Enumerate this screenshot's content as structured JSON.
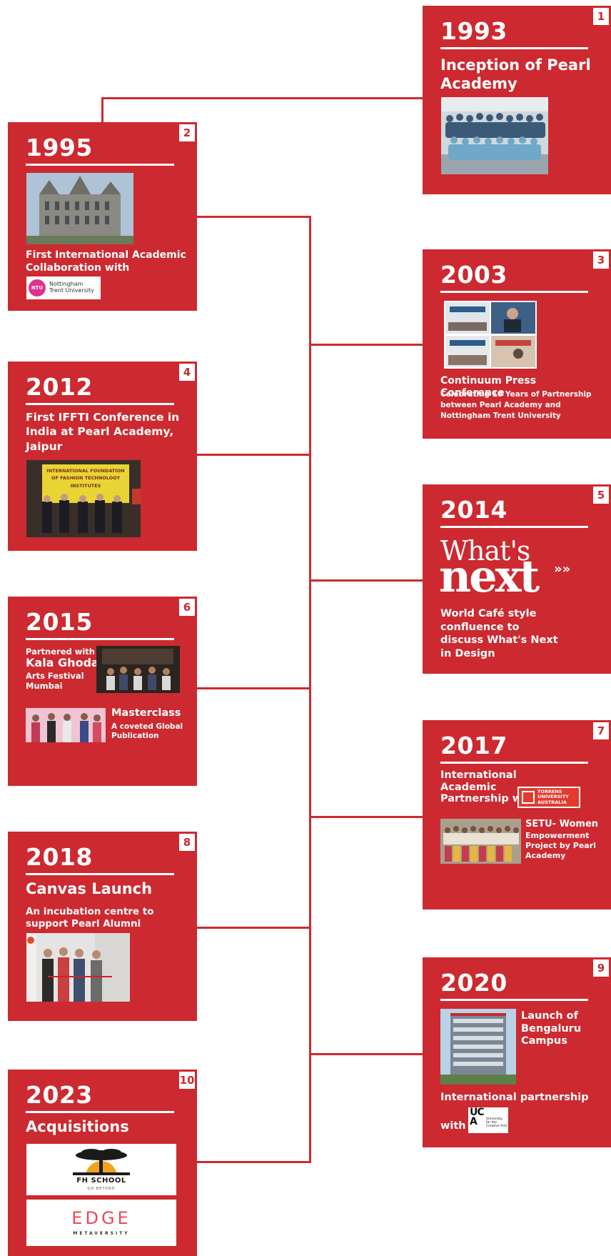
{
  "accent": "#cc2a30",
  "milestones": [
    {
      "num": "1",
      "year": "1993",
      "title": "Inception of Pearl Academy"
    },
    {
      "num": "2",
      "year": "1995",
      "title": "First International Academic Collaboration with",
      "logo_ntu_short": "NTU",
      "logo_ntu_name": "Nottingham Trent University"
    },
    {
      "num": "3",
      "year": "2003",
      "title": "Continuum Press Conference",
      "subtitle": "Celebrating 10 Years of Partnership between Pearl Academy and Nottingham Trent University"
    },
    {
      "num": "4",
      "year": "2012",
      "title": "First IFFTI Conference in India at Pearl Academy, Jaipur",
      "banner_text": "INTERNATIONAL FOUNDATION OF FASHION TECHNOLOGY INSTITUTES"
    },
    {
      "num": "5",
      "year": "2014",
      "logo_top": "What's",
      "logo_bottom": "next",
      "logo_arrows": "»»",
      "title": "World Café style confluence to discuss What's Next in Design"
    },
    {
      "num": "6",
      "year": "2015",
      "partnered_with": "Partnered with",
      "kala_ghoda": "Kala Ghoda",
      "arts_festival": "Arts Festival Mumbai",
      "masterclass": "Masterclass",
      "masterclass_sub": "A coveted Global Publication"
    },
    {
      "num": "7",
      "year": "2017",
      "title": "International Academic Partnership with",
      "torrens_name": "TORRENS UNIVERSITY AUSTRALIA",
      "setu": "SETU- Women",
      "setu_sub": "Empowerment Project by Pearl Academy"
    },
    {
      "num": "8",
      "year": "2018",
      "title": "Canvas Launch",
      "subtitle": "An incubation centre to support Pearl Alumni"
    },
    {
      "num": "9",
      "year": "2020",
      "title": "Launch of Bengaluru Campus",
      "partnership": "International partnership",
      "with": "with",
      "uca_mark": "UC A",
      "uca_name": "University for the Creative Arts"
    },
    {
      "num": "10",
      "year": "2023",
      "title": "Acquisitions",
      "fh_school": "FH SCHOOL",
      "fh_tag": "GO BEYOND",
      "edge": "EDGE",
      "edge_sub": "METAVERSITY"
    }
  ]
}
